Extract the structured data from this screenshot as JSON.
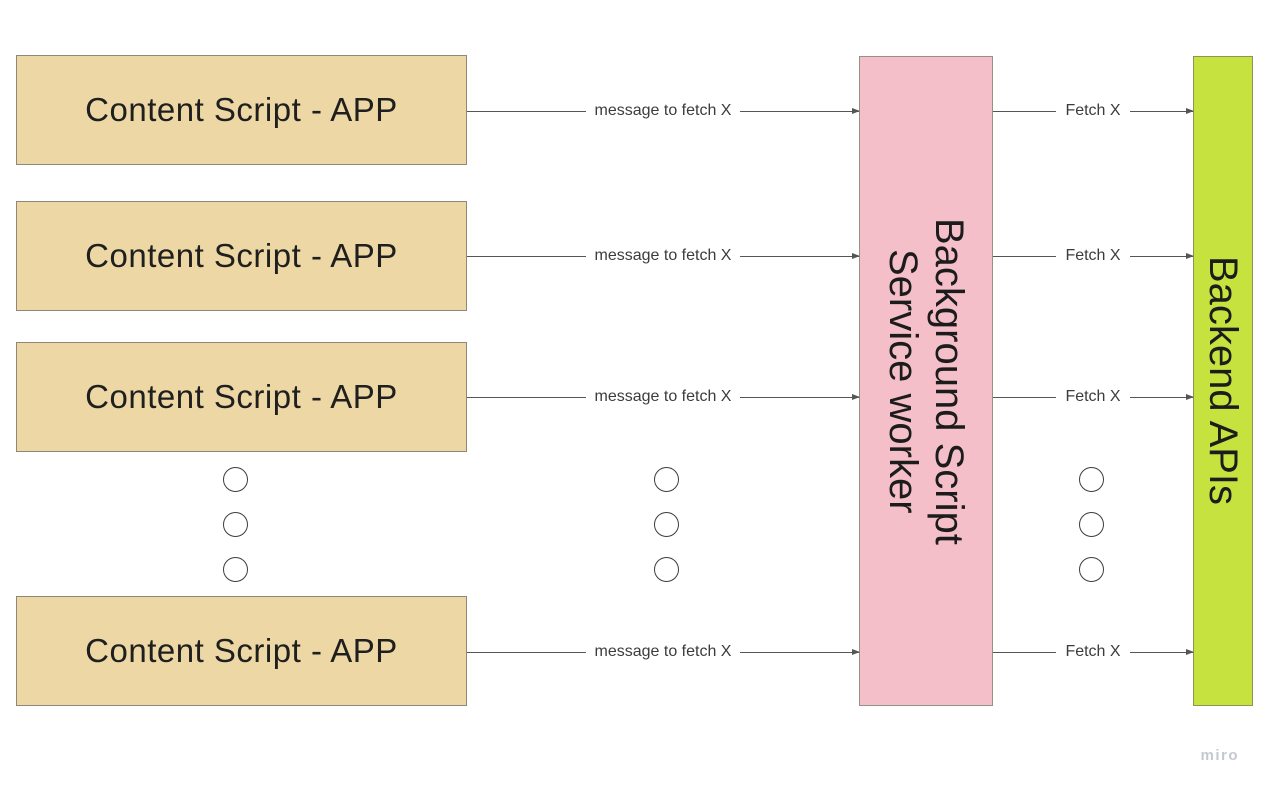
{
  "nodes": {
    "content_scripts": [
      {
        "label": "Content Script - APP"
      },
      {
        "label": "Content Script - APP"
      },
      {
        "label": "Content Script - APP"
      },
      {
        "label": "Content Script - APP"
      }
    ],
    "background_worker": {
      "line1": "Background Script",
      "line2": "Service worker"
    },
    "backend": {
      "label": "Backend APIs"
    }
  },
  "edges": {
    "left": [
      {
        "label": "message to fetch X"
      },
      {
        "label": "message to fetch X"
      },
      {
        "label": "message to fetch X"
      },
      {
        "label": "message to fetch X"
      }
    ],
    "right": [
      {
        "label": "Fetch X"
      },
      {
        "label": "Fetch X"
      },
      {
        "label": "Fetch X"
      },
      {
        "label": "Fetch X"
      }
    ]
  },
  "ellipsis": {
    "columns": 3,
    "dots_per_column": 3
  },
  "watermark": {
    "label": "miro"
  },
  "colors": {
    "content_script_fill": "#edd8a5",
    "content_script_border": "#8f887a",
    "background_worker_fill": "#f5bfc9",
    "background_worker_border": "#969089",
    "backend_fill": "#c6e23e",
    "backend_border": "#8d9456",
    "arrow": "#555555",
    "node_text": "#1f1f1f",
    "edge_label_text": "#3c3c3c",
    "watermark_text": "#c4c8d0"
  }
}
